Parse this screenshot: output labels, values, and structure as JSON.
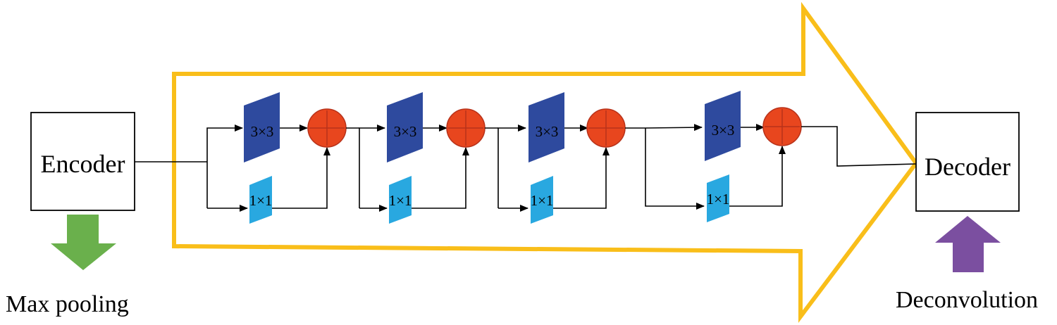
{
  "encoder": {
    "label": "Encoder"
  },
  "decoder": {
    "label": "Decoder"
  },
  "captions": {
    "max_pooling": "Max pooling",
    "deconvolution": "Deconvolution"
  },
  "blocks": [
    {
      "conv_large": "3×3",
      "conv_small": "1×1"
    },
    {
      "conv_large": "3×3",
      "conv_small": "1×1"
    },
    {
      "conv_large": "3×3",
      "conv_small": "1×1"
    },
    {
      "conv_large": "3×3",
      "conv_small": "1×1"
    }
  ],
  "colors": {
    "big_arrow_outline": "#F9BE1A",
    "conv_large_fill": "#2E4A9E",
    "conv_small_fill": "#29A8E0",
    "sum_fill": "#E8461E",
    "sum_stroke": "#B8321A",
    "down_arrow": "#6AB04C",
    "up_arrow": "#7B4FA0"
  }
}
